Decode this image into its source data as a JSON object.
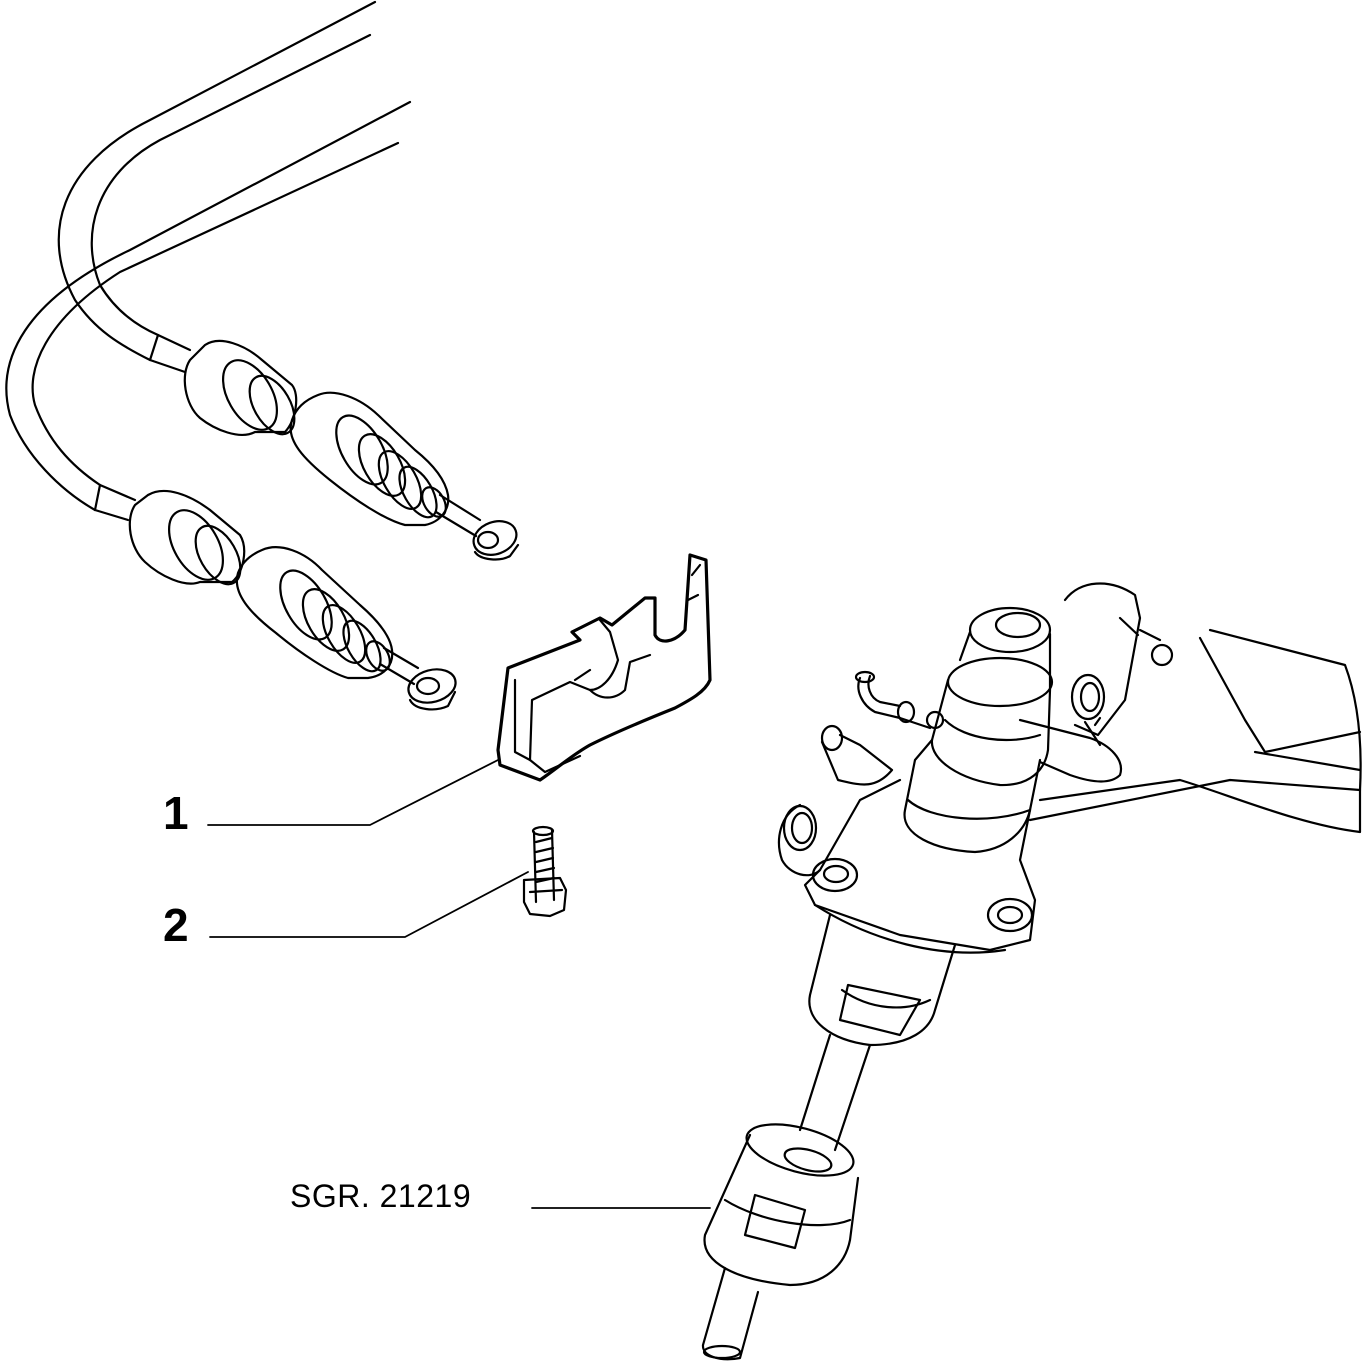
{
  "callouts": [
    {
      "number": "1",
      "part": "cable-bracket"
    },
    {
      "number": "2",
      "part": "flange-bolt"
    }
  ],
  "reference": {
    "label": "SGR. 21219"
  },
  "colors": {
    "line": "#000000",
    "background": "#ffffff"
  }
}
